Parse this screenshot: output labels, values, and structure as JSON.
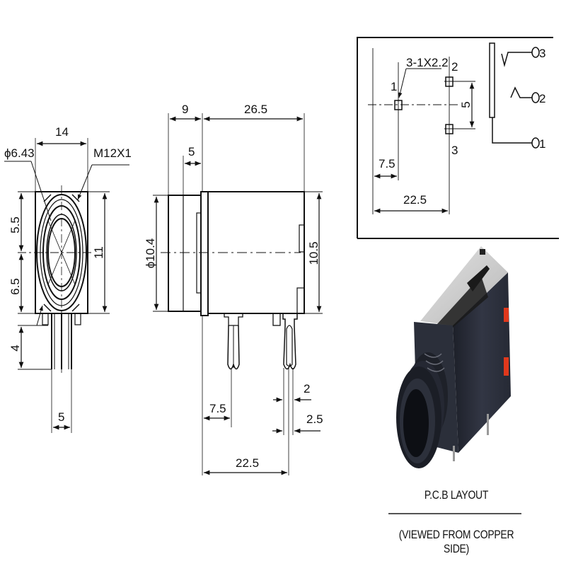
{
  "drawing": {
    "front_view": {
      "labels": {
        "width": "14",
        "bore_diameter": "ϕ6.43",
        "thread": "M12X1",
        "upper_height": "5.5",
        "lower_height": "6.5",
        "total_height": "11",
        "pin_length": "4",
        "pin_pitch": "5"
      }
    },
    "side_view": {
      "labels": {
        "nose_length": "9",
        "body_length": "26.5",
        "flange_offset": "5",
        "nose_diameter": "ϕ10.4",
        "body_height": "10.5",
        "first_pin_offset": "7.5",
        "pin_width": "2",
        "pin_slot": "2.5",
        "pin_span": "22.5"
      }
    },
    "pcb_layout": {
      "hole_spec": "3-1X2.2",
      "pin_numbers": [
        "1",
        "2",
        "3"
      ],
      "pin_spacing": "5",
      "offset_1": "7.5",
      "offset_2": "22.5",
      "schematic_pins": [
        "3",
        "2",
        "1"
      ]
    },
    "photo": {
      "subject": "6.35mm audio jack socket",
      "colors": {
        "body": "#2a2e3a",
        "top": "#cfcfcf",
        "accent": "#e0381c"
      }
    },
    "captions": {
      "title": "P.C.B LAYOUT",
      "subtitle": "(VIEWED FROM COPPER SIDE)"
    }
  }
}
